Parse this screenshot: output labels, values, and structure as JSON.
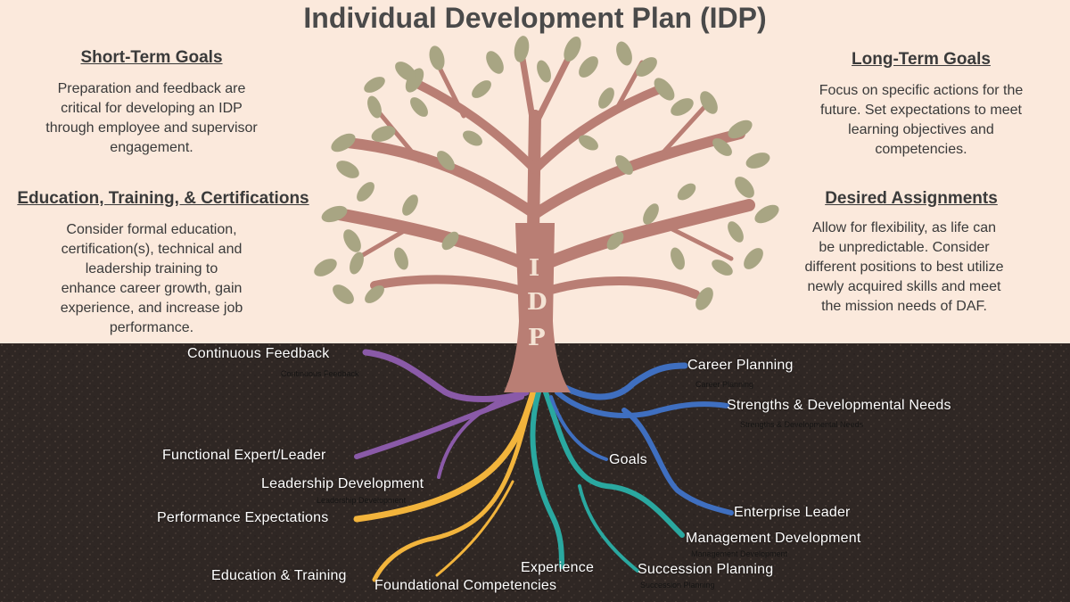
{
  "title": "Individual Development Plan (IDP)",
  "sections": {
    "short_term": {
      "heading": "Short-Term Goals",
      "body": [
        "Preparation and feedback are",
        "critical for developing an IDP",
        "through employee and supervisor",
        "engagement."
      ]
    },
    "education": {
      "heading": "Education, Training, & Certifications",
      "body": [
        "Consider formal education,",
        "certification(s), technical and",
        "leadership training to",
        "enhance career growth, gain",
        "experience, and increase job",
        "performance."
      ]
    },
    "long_term": {
      "heading": "Long-Term Goals",
      "body": [
        "Focus on specific actions for the",
        "future. Set expectations to meet",
        "learning objectives and",
        "competencies."
      ]
    },
    "desired": {
      "heading": "Desired Assignments",
      "body": [
        "Allow for flexibility, as life can",
        "be unpredictable. Consider",
        "different positions to best utilize",
        "newly acquired skills and meet",
        "the mission needs of DAF."
      ]
    }
  },
  "trunk_letters": [
    "I",
    "D",
    "P"
  ],
  "roots": {
    "continuous_feedback": "Continuous Feedback",
    "functional_expert": "Functional Expert/Leader",
    "leadership_development": "Leadership Development",
    "performance_expectations": "Performance Expectations",
    "education_training": "Education & Training",
    "foundational_competencies": "Foundational Competencies",
    "experience": "Experience",
    "career_planning": "Career Planning",
    "strengths_needs": "Strengths & Developmental Needs",
    "goals": "Goals",
    "enterprise_leader": "Enterprise Leader",
    "management_development": "Management Development",
    "succession_planning": "Succession Planning"
  },
  "colors": {
    "purple": "#8a5aa8",
    "blue": "#3f6fc0",
    "teal": "#2aa8a0",
    "gold": "#f2b43c",
    "trunk": "#b97e74",
    "leaf": "#a8a583",
    "soil": "#2f2724",
    "background": "#fbe9dc"
  }
}
